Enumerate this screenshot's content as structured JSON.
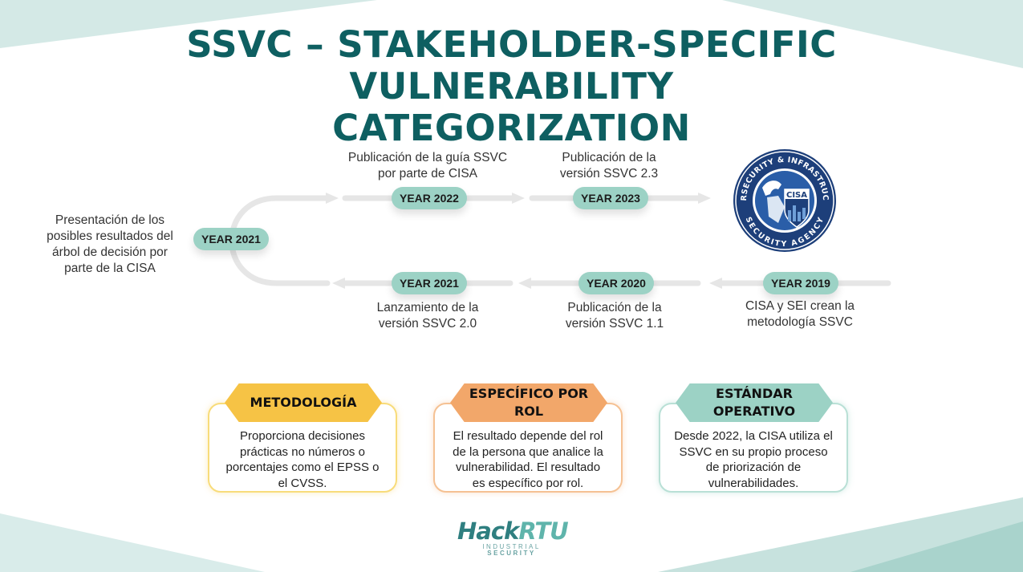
{
  "title": {
    "line1": "SSVC – STAKEHOLDER-SPECIFIC VULNERABILITY",
    "line2": "CATEGORIZATION"
  },
  "timeline": {
    "top_row": [
      {
        "year": "YEAR 2022",
        "desc_lines": [
          "Publicación de la guía SSVC",
          "por parte de CISA"
        ]
      },
      {
        "year": "YEAR 2023",
        "desc_lines": [
          "Publicación de la",
          "versión SSVC 2.3"
        ]
      }
    ],
    "turn": {
      "year": "YEAR 2021",
      "desc_lines": [
        "Presentación de los",
        "posibles resultados del",
        "árbol de decisión por",
        "parte de la CISA"
      ]
    },
    "bottom_row": [
      {
        "year": "YEAR 2019",
        "desc_lines": [
          "CISA y SEI crean la",
          "metodología SSVC"
        ]
      },
      {
        "year": "YEAR 2020",
        "desc_lines": [
          "Publicación de la",
          "versión SSVC 1.1"
        ]
      },
      {
        "year": "YEAR 2021",
        "desc_lines": [
          "Lanzamiento de la",
          "versión SSVC 2.0"
        ]
      }
    ]
  },
  "logo": {
    "ring_top": "CYBERSECURITY & INFRASTRUCTURE",
    "ring_bottom": "SECURITY AGENCY",
    "badge": "CISA"
  },
  "cards": [
    {
      "heading_lines": [
        "METODOLOGÍA"
      ],
      "text_lines": [
        "Proporciona decisiones",
        "prácticas no números o",
        "porcentajes como el EPSS o",
        "el CVSS."
      ],
      "color": "#f6c345",
      "border": "#f8dc7a"
    },
    {
      "heading_lines": [
        "ESPECÍFICO POR",
        "ROL"
      ],
      "text_lines": [
        "El resultado depende del rol",
        "de la persona que analice la",
        "vulnerabilidad. El resultado",
        "es específico por rol."
      ],
      "color": "#f2a76a",
      "border": "#f5c193"
    },
    {
      "heading_lines": [
        "ESTÁNDAR",
        "OPERATIVO"
      ],
      "text_lines": [
        "Desde 2022, la CISA utiliza el",
        "SSVC en su propio proceso",
        "de priorización de",
        "vulnerabilidades."
      ],
      "color": "#9cd2c5",
      "border": "#b9e0d6"
    }
  ],
  "brand": {
    "name_part1": "Hack",
    "name_part2": "RTU",
    "tagline_part1": "INDUSTRIAL ",
    "tagline_part2": "SECURITY"
  },
  "colors": {
    "title": "#0e5f61",
    "pill": "#9cd2c5",
    "arrow": "#e6e6e6",
    "cisa_navy": "#1d3f7a"
  }
}
